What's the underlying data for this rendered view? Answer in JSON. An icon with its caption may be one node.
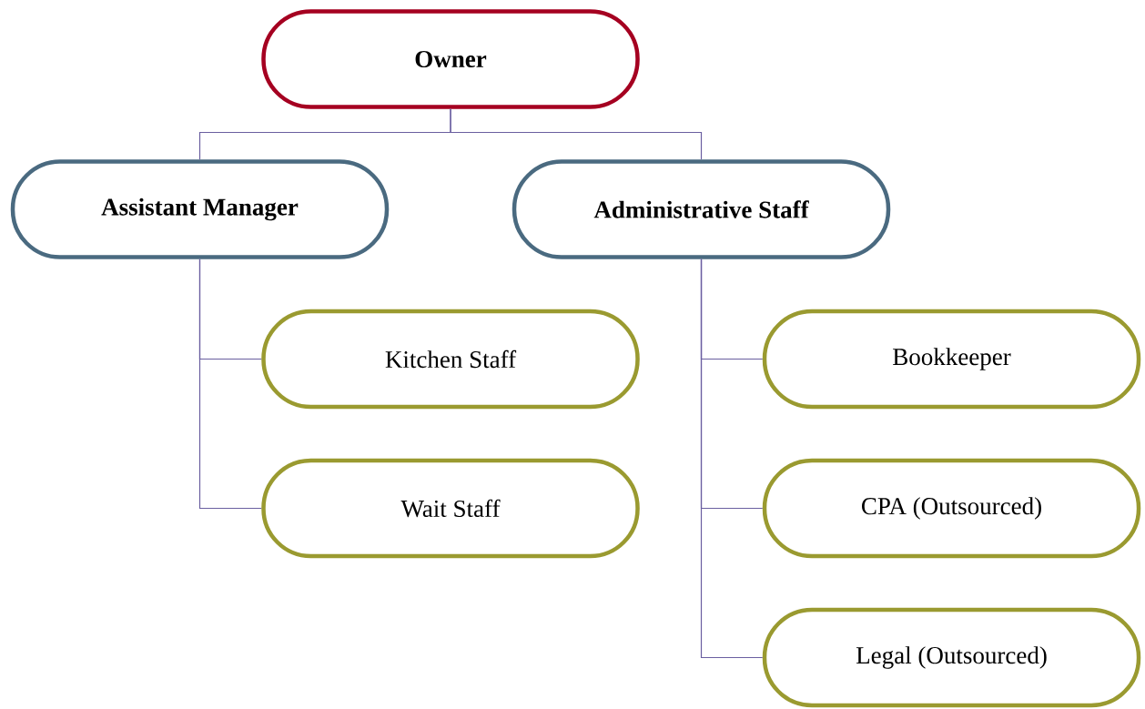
{
  "diagram": {
    "nodes": [
      {
        "text": [
          "Owner"
        ]
      },
      {
        "text": [
          "Assistant Manager"
        ]
      },
      {
        "text": [
          "Administrative Staff"
        ]
      },
      {
        "text": [
          "Kitchen Staff"
        ]
      },
      {
        "text": [
          "Wait Staff"
        ]
      },
      {
        "text": [
          "Bookkeeper"
        ]
      },
      {
        "text": [
          "CPA (Outsourced)"
        ]
      },
      {
        "text": [
          "Legal (Outsourced)"
        ]
      }
    ],
    "edges": [
      {
        "from": 0,
        "to": 1,
        "arrow": "none"
      },
      {
        "from": 0,
        "to": 2,
        "arrow": "none"
      },
      {
        "from": 1,
        "to": 3,
        "arrow": "none"
      },
      {
        "from": 1,
        "to": 4,
        "arrow": "none"
      },
      {
        "from": 2,
        "to": 5,
        "arrow": "none"
      },
      {
        "from": 2,
        "to": 6,
        "arrow": "none"
      },
      {
        "from": 2,
        "to": 7,
        "arrow": "none"
      }
    ]
  }
}
